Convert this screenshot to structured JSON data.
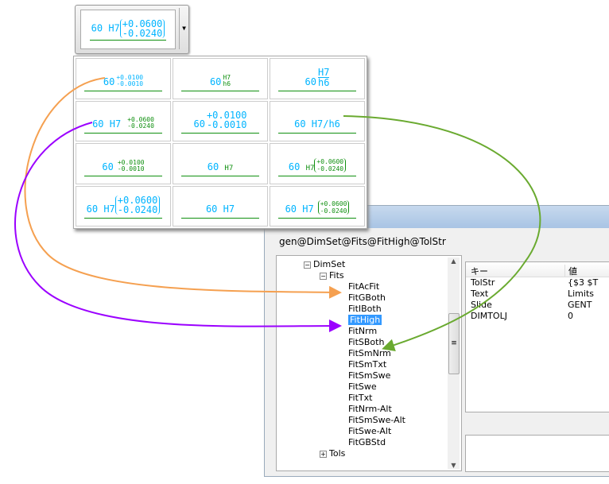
{
  "combo": {
    "base": "60 H7",
    "upper": "+0.0600",
    "lower": "-0.0240"
  },
  "cells": [
    {
      "base": "60",
      "upper": "+0.0100",
      "lower": "-0.0010"
    },
    {
      "base": "60",
      "upper": "H7",
      "lower": "h6"
    },
    {
      "base": "60",
      "upper": "H7",
      "lower": "h6"
    },
    {
      "base": "60 H7",
      "upper": "+0.0600",
      "lower": "-0.0240"
    },
    {
      "base": "60",
      "upper": "+0.0100",
      "lower": "-0.0010"
    },
    {
      "base": "60 H7/h6"
    },
    {
      "base": "60",
      "upper": "+0.0100",
      "lower": "-0.0010"
    },
    {
      "base": "60",
      "fit": "H7"
    },
    {
      "base": "60",
      "fit": "H7",
      "upper": "+0.0600",
      "lower": "-0.0240"
    },
    {
      "base": "60 H7",
      "upper": "+0.0600",
      "lower": "-0.0240"
    },
    {
      "base": "60 H7"
    },
    {
      "base": "60 H7",
      "upper": "+0.0600",
      "lower": "-0.0240"
    }
  ],
  "window": {
    "path": "gen@DimSet@Fits@FitHigh@TolStr",
    "tree": {
      "root": "DimSet",
      "group": "Fits",
      "items": [
        "FitAcFit",
        "FitGBoth",
        "FitIBoth",
        "FitHigh",
        "FitNrm",
        "FitSBoth",
        "FitSmNrm",
        "FitSmTxt",
        "FitSmSwe",
        "FitSwe",
        "FitTxt",
        "FitNrm-Alt",
        "FitSmSwe-Alt",
        "FitSwe-Alt",
        "FitGBStd"
      ],
      "selected": "FitHigh",
      "next": "Tols"
    },
    "list": {
      "col_key": "キー",
      "col_value": "値",
      "rows": [
        {
          "k": "TolStr",
          "v": "{$3 $T"
        },
        {
          "k": "Text",
          "v": "Limits"
        },
        {
          "k": "Slide",
          "v": "GENT"
        },
        {
          "k": "DIMTOLJ",
          "v": "0"
        }
      ]
    }
  },
  "colors": {
    "orange": "#f5a050",
    "purple": "#9b00ff",
    "green": "#6aaa30",
    "cyan": "#00b4ff"
  }
}
